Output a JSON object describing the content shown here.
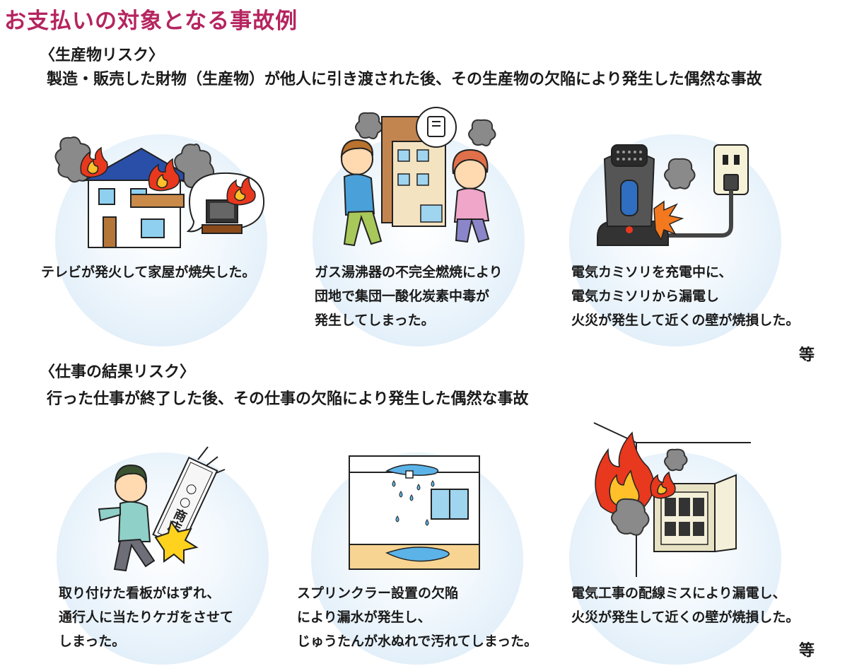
{
  "title": "お支払いの対象となる事故例",
  "sections": [
    {
      "heading": "〈生産物リスク〉",
      "description": "製造・販売した財物（生産物）が他人に引き渡された後、その生産物の欠陥により発生した偶然な事故",
      "examples": [
        {
          "caption": "テレビが発火して家屋が焼失した。"
        },
        {
          "caption": "ガス湯沸器の不完全燃焼により\n団地で集団一酸化炭素中毒が\n発生してしまった。"
        },
        {
          "caption": "電気カミソリを充電中に、\n電気カミソリから漏電し\n火災が発生して近くの壁が焼損した。"
        }
      ],
      "etc": "等"
    },
    {
      "heading": "〈仕事の結果リスク〉",
      "description": "行った仕事が終了した後、その仕事の欠陥により発生した偶然な事故",
      "examples": [
        {
          "caption": "取り付けた看板がはずれ、\n通行人に当たりケガをさせて\nしまった。",
          "sign_text": "○○商店"
        },
        {
          "caption": "スプリンクラー設置の欠陥\nにより漏水が発生し、\nじゅうたんが水ぬれで汚れてしまった。"
        },
        {
          "caption": "電気工事の配線ミスにより漏電し、\n火災が発生して近くの壁が焼損した。"
        }
      ],
      "etc": "等"
    }
  ],
  "colors": {
    "title": "#b5245f",
    "circle": "#d6e8f6",
    "fire_outer": "#e8381e",
    "fire_inner": "#ffc02a",
    "smoke": "#8a8a8a",
    "water": "#5bb3e8"
  }
}
